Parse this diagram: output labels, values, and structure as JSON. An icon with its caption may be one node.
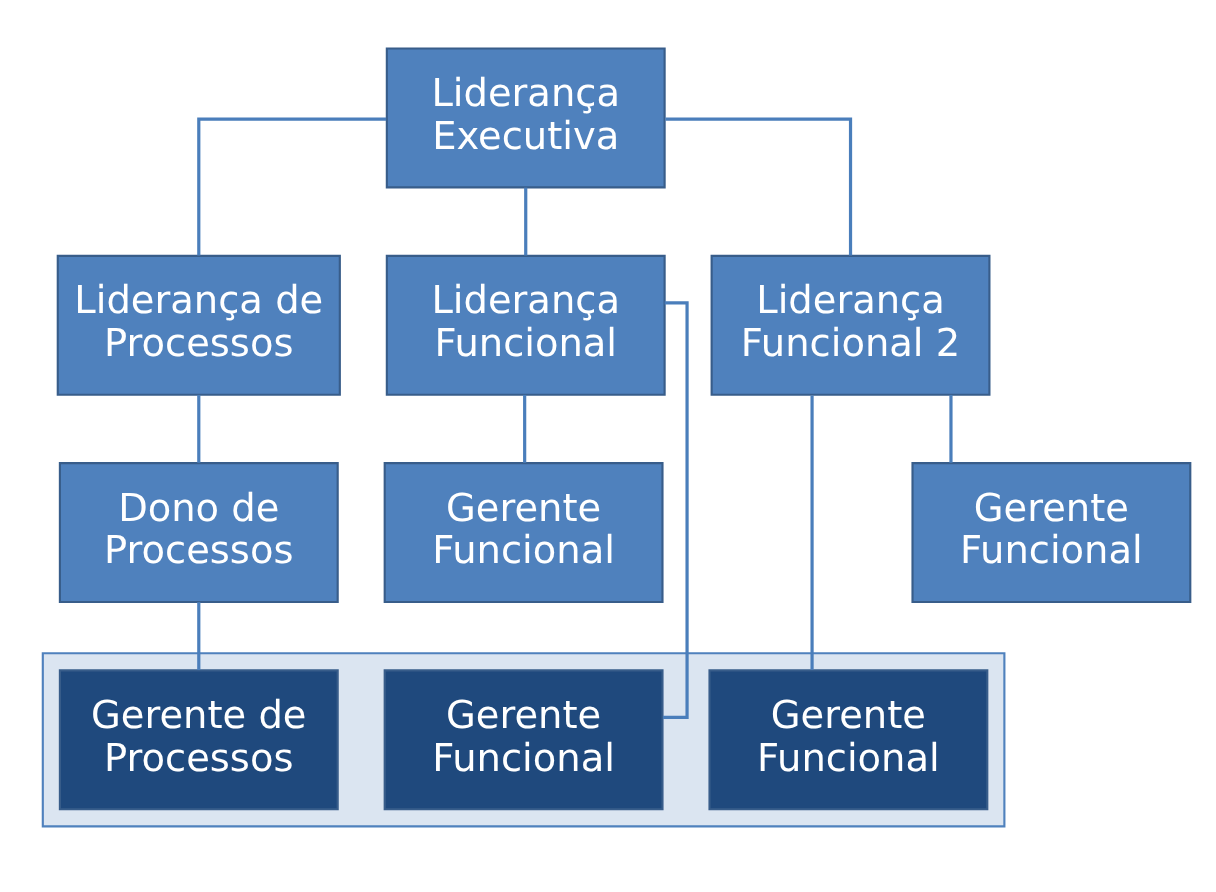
{
  "diagram": {
    "nodes": [
      {
        "text": [
          "Liderança Executiva"
        ]
      },
      {
        "text": [
          "Liderança de Processos"
        ]
      },
      {
        "text": [
          "Liderança Funcional"
        ]
      },
      {
        "text": [
          "Liderança Funcional 2"
        ]
      },
      {
        "text": [
          "Dono de Processos"
        ]
      },
      {
        "text": [
          "Gerente Funcional"
        ]
      },
      {
        "text": [
          "Gerente Funcional"
        ]
      },
      {
        "text": [],
        "shape": "box"
      },
      {
        "text": [
          "Gerente de Processos"
        ],
        "in": 7
      },
      {
        "text": [
          "Gerente Funcional"
        ],
        "in": 7
      },
      {
        "text": [
          "Gerente Funcional"
        ],
        "in": 7
      }
    ],
    "edges": [
      {
        "from": 0,
        "to": 1,
        "arrow": "none"
      },
      {
        "from": 0,
        "to": 2,
        "arrow": "none"
      },
      {
        "from": 0,
        "to": 3,
        "arrow": "none"
      },
      {
        "from": 1,
        "to": 4,
        "arrow": "none"
      },
      {
        "from": 2,
        "to": 5,
        "arrow": "none"
      },
      {
        "from": 2,
        "to": 9,
        "arrow": "none"
      },
      {
        "from": 3,
        "to": 6,
        "arrow": "none"
      },
      {
        "from": 3,
        "to": 10,
        "arrow": "none"
      },
      {
        "from": 4,
        "to": 8,
        "arrow": "none"
      }
    ]
  }
}
